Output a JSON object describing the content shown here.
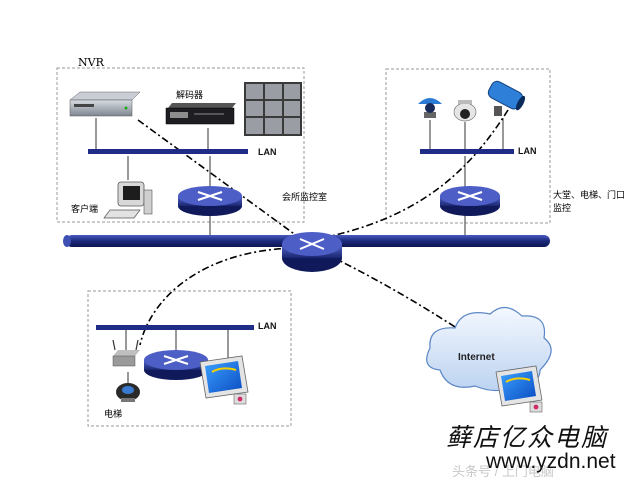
{
  "labels": {
    "nvr": "NVR",
    "decoder": "解码器",
    "lan_top_left": "LAN",
    "lan_top_right": "LAN",
    "lan_bottom": "LAN",
    "client": "客户端",
    "club_room": "会所监控室",
    "lobby": "大堂、电梯、门口",
    "lobby2": "监控",
    "elevator": "电梯",
    "internet": "Internet"
  },
  "watermark": {
    "brand": "藓店亿众电脑",
    "url": "www.yzdn.net"
  },
  "colors": {
    "backbone": "#1b2a7a",
    "router": "#2b3a9a",
    "lan_bar": "#1f2d86",
    "dash_link": "#000000",
    "cloud": "#dce8f8",
    "box_border": "#9a9a9a"
  }
}
